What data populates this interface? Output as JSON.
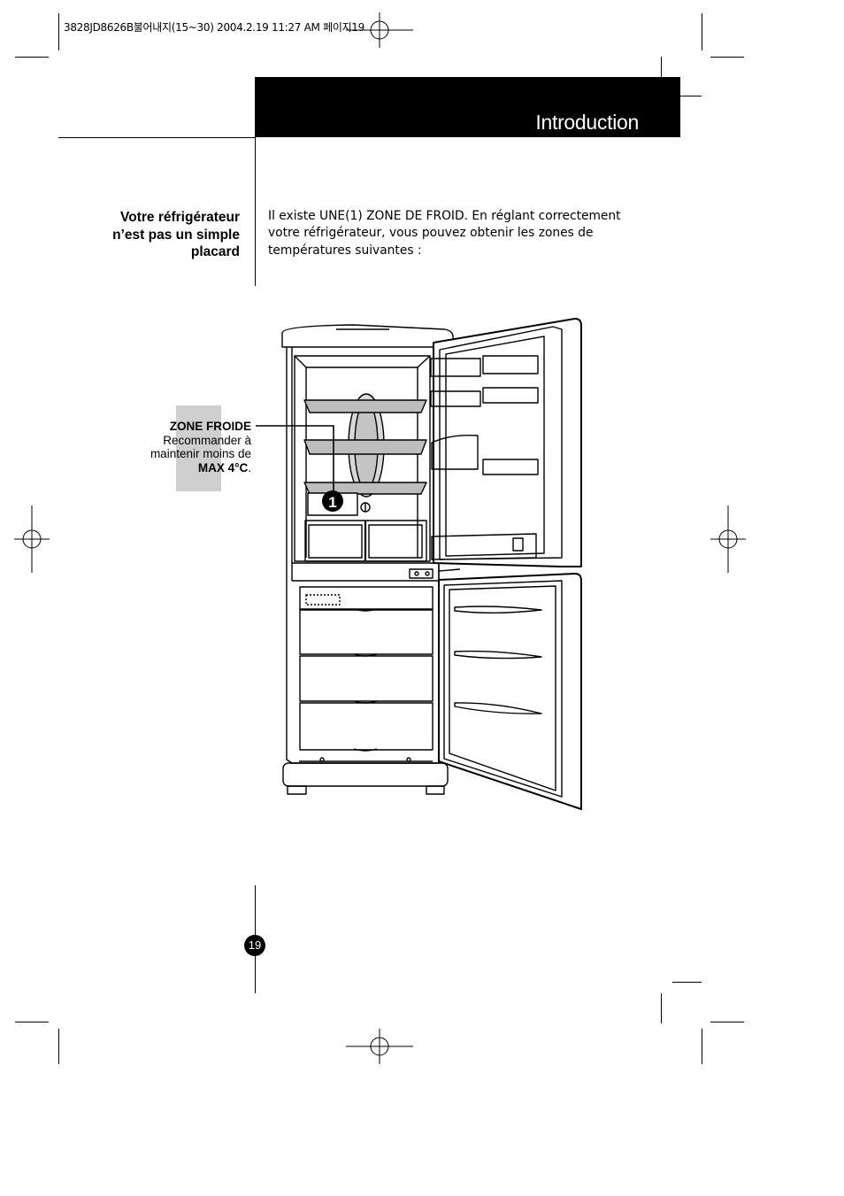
{
  "print_header": "3828JD8626B불어내지(15~30)  2004.2.19 11:27 AM 페이지19",
  "header": {
    "title": "Introduction"
  },
  "section": {
    "title_lines": [
      "Votre réfrigérateur",
      "n’est pas un simple",
      "placard"
    ]
  },
  "body": {
    "prefix": "Il existe ",
    "emphasis": "UNE(1) ZONE DE FROID",
    "rest": ". En réglant correctement votre réfrigérateur, vous pouvez obtenir les zones de températures suivantes :"
  },
  "callout": {
    "zone_title": "ZONE FROIDE",
    "line1": "Recommander à",
    "line2": "maintenir moins de",
    "max_value": "MAX 4°C",
    "max_suffix": ".",
    "marker": "1"
  },
  "footer": {
    "page_number": "19"
  }
}
